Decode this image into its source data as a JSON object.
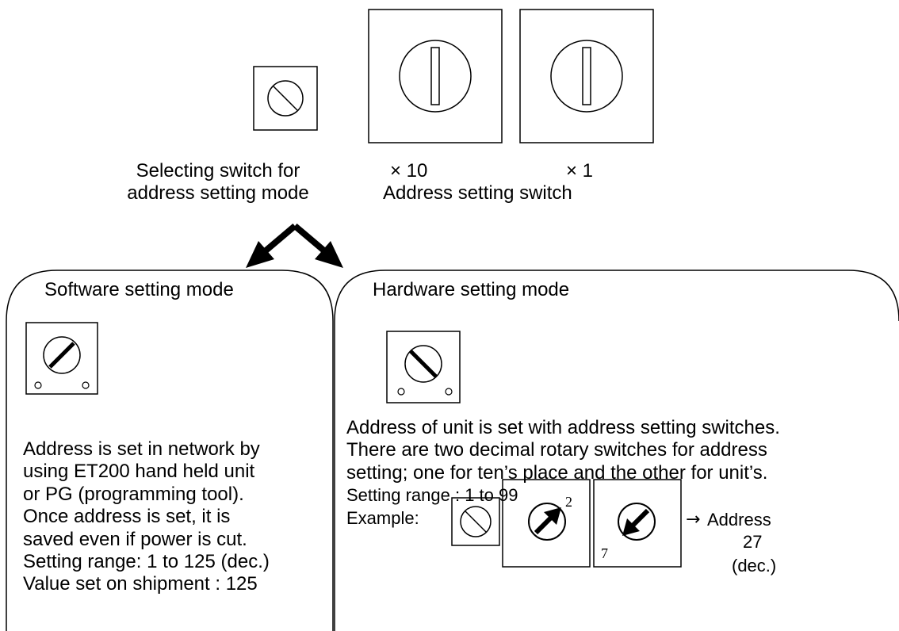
{
  "top": {
    "mode_switch_caption": [
      "Selecting switch for",
      "address setting mode"
    ],
    "x10_label": "× 10",
    "x1_label": "× 1",
    "address_switch_caption": "Address setting switch"
  },
  "software_panel": {
    "title": "Software setting mode",
    "lines": [
      "Address is set in network by",
      "using ET200 hand held unit",
      "or PG (programming tool).",
      "Once address is set, it is",
      "saved even if power is cut.",
      "Setting range: 1 to 125 (dec.)",
      "Value set on shipment : 125"
    ]
  },
  "hardware_panel": {
    "title": "Hardware setting mode",
    "lines": [
      "Address of unit is set with address setting switches.",
      "There are two decimal rotary switches for address",
      "setting; one for ten’s place and the other for unit’s."
    ],
    "range": "Setting range : 1 to 99",
    "example_label": "Example:",
    "example_digit_tens": "2",
    "example_digit_units": "7",
    "result_arrow": "→",
    "result_label": "Address",
    "result_value": "27",
    "result_unit": "(dec.)"
  },
  "colors": {
    "ink": "#000000",
    "background": "#ffffff"
  }
}
